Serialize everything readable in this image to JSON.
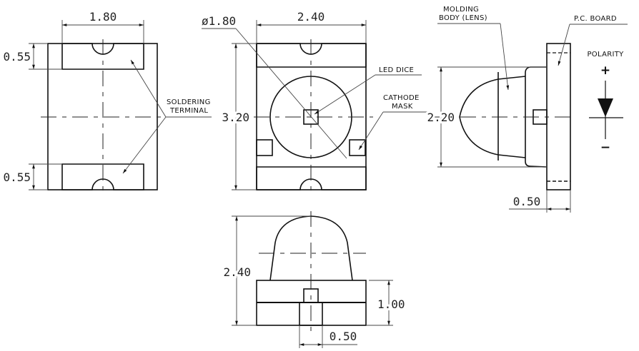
{
  "drawing": {
    "left_view": {
      "width_dim": "1.80",
      "top_pad_dim": "0.55",
      "bottom_pad_dim": "0.55"
    },
    "top_view": {
      "width_dim": "2.40",
      "height_dim": "3.20",
      "lens_diameter_dim": "ø1.80"
    },
    "side_view": {
      "height_dim": "2.20",
      "pcb_thickness_dim": "0.50"
    },
    "front_view": {
      "height_dim": "2.40",
      "base_height_dim": "1.00",
      "terminal_width_dim": "0.50"
    },
    "labels": {
      "soldering_1": "SOLDERING",
      "soldering_2": "TERMINAL",
      "led_dice": "LED DICE",
      "cathode_1": "CATHODE",
      "cathode_2": "MASK",
      "molding_1": "MOLDING",
      "molding_2": "BODY (LENS)",
      "pc_board": "P.C. BOARD",
      "polarity": "POLARITY",
      "plus": "+",
      "minus": "−"
    }
  }
}
